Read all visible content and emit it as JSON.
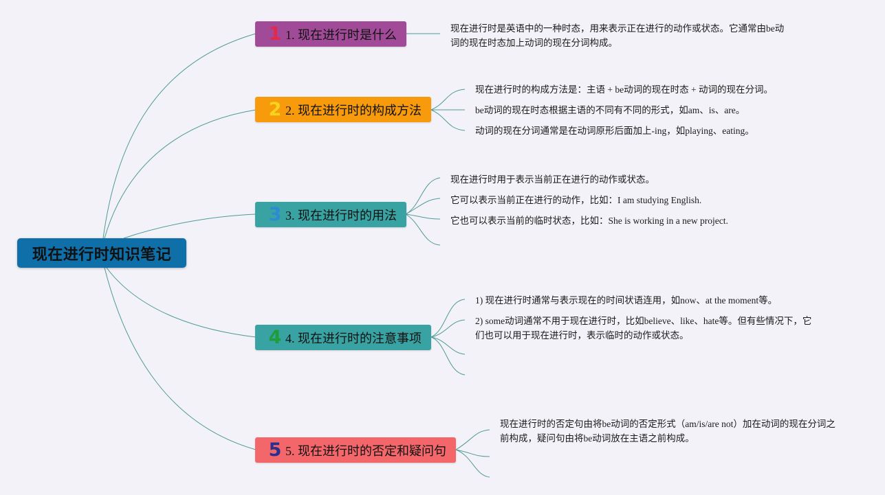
{
  "colors": {
    "root": "#0f6fa8",
    "connector": "#4f9a94",
    "b1_bg": "#a04a98",
    "b1_num": "#e0294d",
    "b2_bg": "#f79a0b",
    "b2_num": "#f7d31e",
    "b3_bg": "#38a3a2",
    "b3_num": "#2d8bd4",
    "b4_bg": "#38a3a2",
    "b4_num": "#1e9d3b",
    "b5_bg": "#f3666a",
    "b5_num": "#27308f"
  },
  "root": {
    "title": "现在进行时知识笔记"
  },
  "branches": [
    {
      "num": "1",
      "label": "1. 现在进行时是什么",
      "icon": "number-1-icon",
      "notes": [
        "现在进行时是英语中的一种时态，用来表示正在进行的动作或状态。它通常由be动词的现在时态加上动词的现在分词构成。"
      ]
    },
    {
      "num": "2",
      "label": "2. 现在进行时的构成方法",
      "icon": "number-2-icon",
      "notes": [
        "现在进行时的构成方法是：主语 + be动词的现在时态 + 动词的现在分词。",
        "be动词的现在时态根据主语的不同有不同的形式，如am、is、are。",
        "动词的现在分词通常是在动词原形后面加上-ing，如playing、eating。"
      ]
    },
    {
      "num": "3",
      "label": "3. 现在进行时的用法",
      "icon": "number-3-icon",
      "notes": [
        "现在进行时用于表示当前正在进行的动作或状态。",
        "它可以表示当前正在进行的动作，比如：I am studying English.",
        "它也可以表示当前的临时状态，比如：She is working in a new project."
      ]
    },
    {
      "num": "4",
      "label": "4. 现在进行时的注意事项",
      "icon": "number-4-icon",
      "notes": [
        "1) 现在进行时通常与表示现在的时间状语连用，如now、at the moment等。",
        "2) some动词通常不用于现在进行时，比如believe、like、hate等。但有些情况下，它们也可以用于现在进行时，表示临时的动作或状态。"
      ]
    },
    {
      "num": "5",
      "label": "5. 现在进行时的否定和疑问句",
      "icon": "number-5-icon",
      "notes": [
        "现在进行时的否定句由将be动词的否定形式（am/is/are not）加在动词的现在分词之前构成，疑问句由将be动词放在主语之前构成。"
      ]
    }
  ]
}
